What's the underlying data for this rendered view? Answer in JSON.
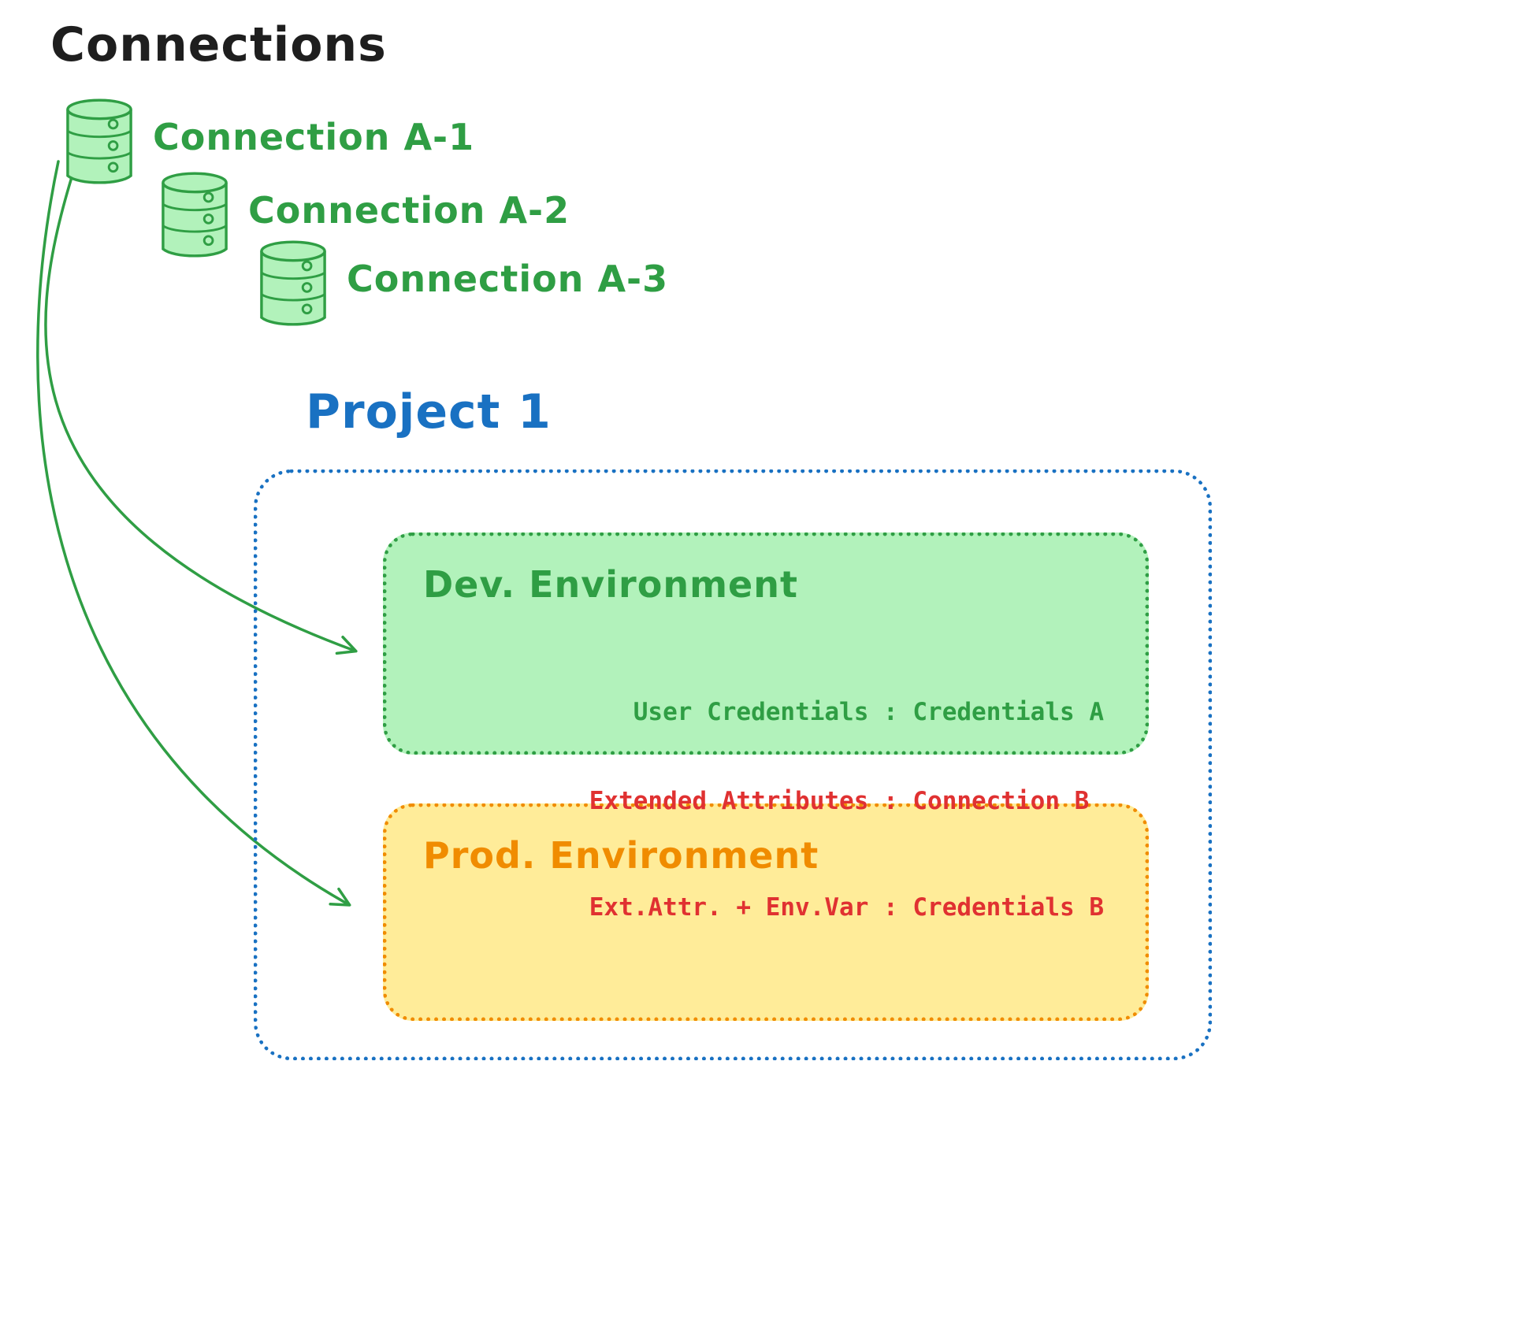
{
  "page": {
    "title": "Connections"
  },
  "connections": [
    {
      "label": "Connection A-1"
    },
    {
      "label": "Connection A-2"
    },
    {
      "label": "Connection A-3"
    }
  ],
  "project": {
    "title": "Project 1",
    "environments": [
      {
        "name": "dev",
        "title": "Dev. Environment",
        "lines": [
          "User Credentials : Credentials A"
        ]
      },
      {
        "name": "prod",
        "title": "Prod. Environment",
        "lines": [
          "Extended Attributes : Connection B",
          "Ext.Attr. + Env.Var : Credentials B"
        ]
      }
    ]
  },
  "colors": {
    "heading_black": "#1e1e1e",
    "connection_green": "#2f9e44",
    "database_fill_green": "#b2f2bb",
    "project_blue": "#1971c2",
    "dev_border_green": "#2f9e44",
    "dev_fill_green": "#b2f2bb",
    "prod_border_orange": "#f08c00",
    "prod_fill_yellow": "#ffec99",
    "prod_code_red": "#e03131",
    "arrow_green": "#2f9e44"
  }
}
